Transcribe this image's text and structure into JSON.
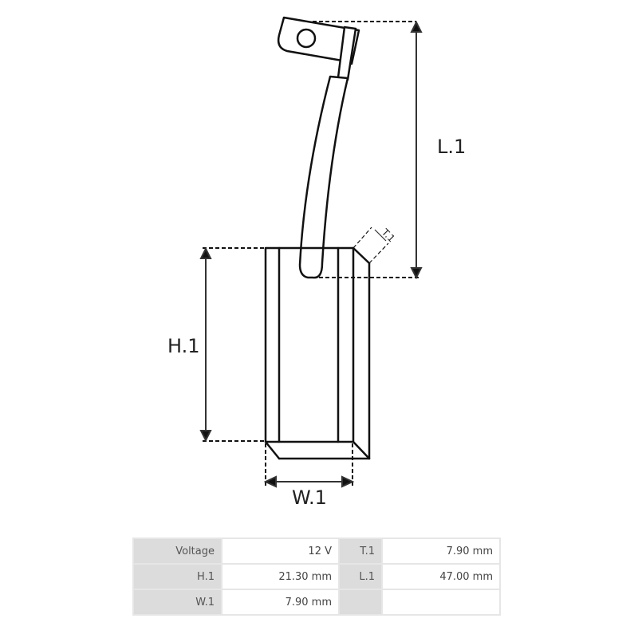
{
  "diagram": {
    "title": "Carbon brush dimension drawing",
    "labels": {
      "length": "L.1",
      "height": "H.1",
      "width": "W.1",
      "thickness": "T.1"
    },
    "line_color": "#111111"
  },
  "specs": {
    "rows": [
      {
        "k1": "Voltage",
        "v1": "12 V",
        "k2": "T.1",
        "v2": "7.90 mm"
      },
      {
        "k1": "H.1",
        "v1": "21.30 mm",
        "k2": "L.1",
        "v2": "47.00 mm"
      },
      {
        "k1": "W.1",
        "v1": "7.90 mm",
        "k2": "",
        "v2": ""
      }
    ],
    "header_bg": "#dcdcdc",
    "value_bg": "#ffffff"
  }
}
